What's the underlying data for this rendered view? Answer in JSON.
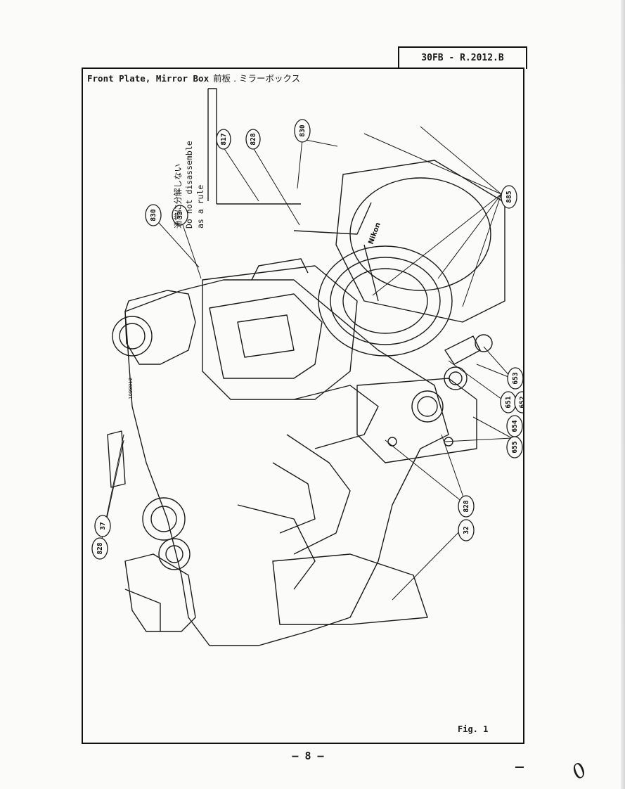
{
  "header": {
    "doc_id": "30FB - R.2012.B"
  },
  "title": {
    "english": "Front Plate, Mirror Box",
    "japanese": "前板 . ミラーボックス"
  },
  "note": {
    "japanese": "通常に分解しない",
    "english_line1": "Do not disassemble",
    "english_line2": "as a rule"
  },
  "callouts": [
    {
      "id": "c-817",
      "label": "817"
    },
    {
      "id": "c-828a",
      "label": "828"
    },
    {
      "id": "c-830a",
      "label": "830"
    },
    {
      "id": "c-830b",
      "label": "830"
    },
    {
      "id": "c-33",
      "label": "33"
    },
    {
      "id": "c-885",
      "label": "885"
    },
    {
      "id": "c-653",
      "label": "653"
    },
    {
      "id": "c-651",
      "label": "651"
    },
    {
      "id": "c-652",
      "label": "652"
    },
    {
      "id": "c-654",
      "label": "654"
    },
    {
      "id": "c-655",
      "label": "655"
    },
    {
      "id": "c-828b",
      "label": "828"
    },
    {
      "id": "c-32",
      "label": "32"
    },
    {
      "id": "c-37",
      "label": "37"
    },
    {
      "id": "c-828c",
      "label": "828"
    }
  ],
  "lens_mount_brand": "Nikon",
  "serial_marking": "1098012",
  "figure_label": "Fig. 1",
  "page_number": "— 8 —"
}
